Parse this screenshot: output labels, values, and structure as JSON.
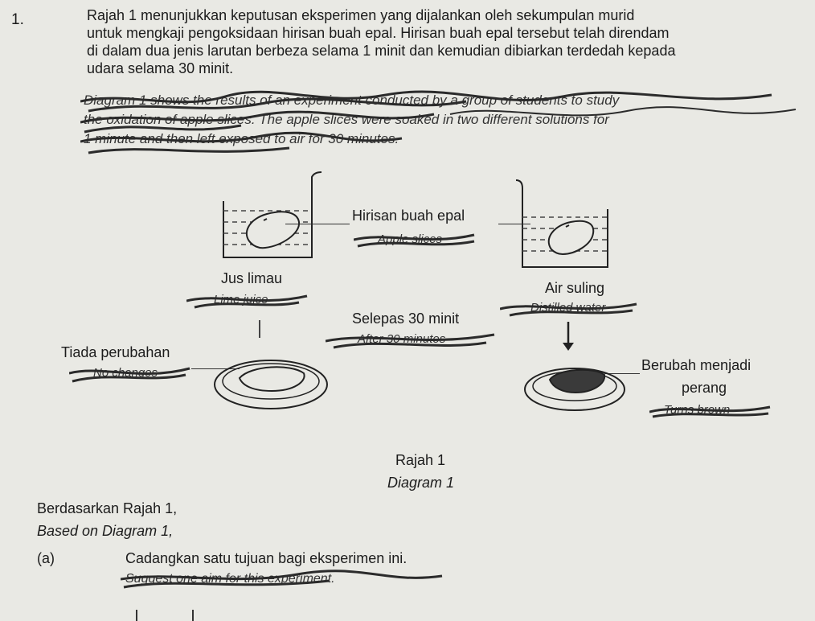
{
  "question": {
    "number": "1.",
    "intro_lines": [
      "Rajah 1 menunjukkan keputusan eksperimen yang dijalankan oleh sekumpulan murid",
      "untuk mengkaji pengoksidaan hirisan buah epal. Hirisan buah epal tersebut telah direndam",
      "di dalam dua jenis larutan berbeza selama 1 minit dan kemudian dibiarkan terdedah kepada",
      "udara selama 30 minit."
    ],
    "intro_en_visible": [
      "Diagram 1 shows the results of an experiment conducted by a group of students to study",
      "the oxidation of apple slices. The apple slices were soaked in two different solutions for",
      "1 minute and then left exposed to air for 30 minutes."
    ]
  },
  "diagram": {
    "apple_slice_label": "Hirisan buah epal",
    "apple_slice_label_en": "Apple slices",
    "left_solution": "Jus limau",
    "left_solution_en": "Lime juice",
    "right_solution": "Air suling",
    "right_solution_en": "Distilled water",
    "after_label": "Selepas 30 minit",
    "after_label_en": "After 30 minutes",
    "left_result": "Tiada perubahan",
    "left_result_en": "No changes",
    "right_result_line1": "Berubah menjadi",
    "right_result_line2": "perang",
    "right_result_en": "Turns brown",
    "caption_ms": "Rajah 1",
    "caption_en": "Diagram 1"
  },
  "task": {
    "based_ms": "Berdasarkan Rajah 1,",
    "based_en": "Based on Diagram 1,",
    "part": "(a)",
    "prompt_ms": "Cadangkan satu tujuan bagi eksperimen ini.",
    "prompt_en": "Suggest one aim for this experiment."
  },
  "colors": {
    "ink": "#1c1c1c",
    "scribble": "#2b2b2b",
    "brown_apple": "#3a3a3a",
    "paper": "#e9e9e4"
  }
}
